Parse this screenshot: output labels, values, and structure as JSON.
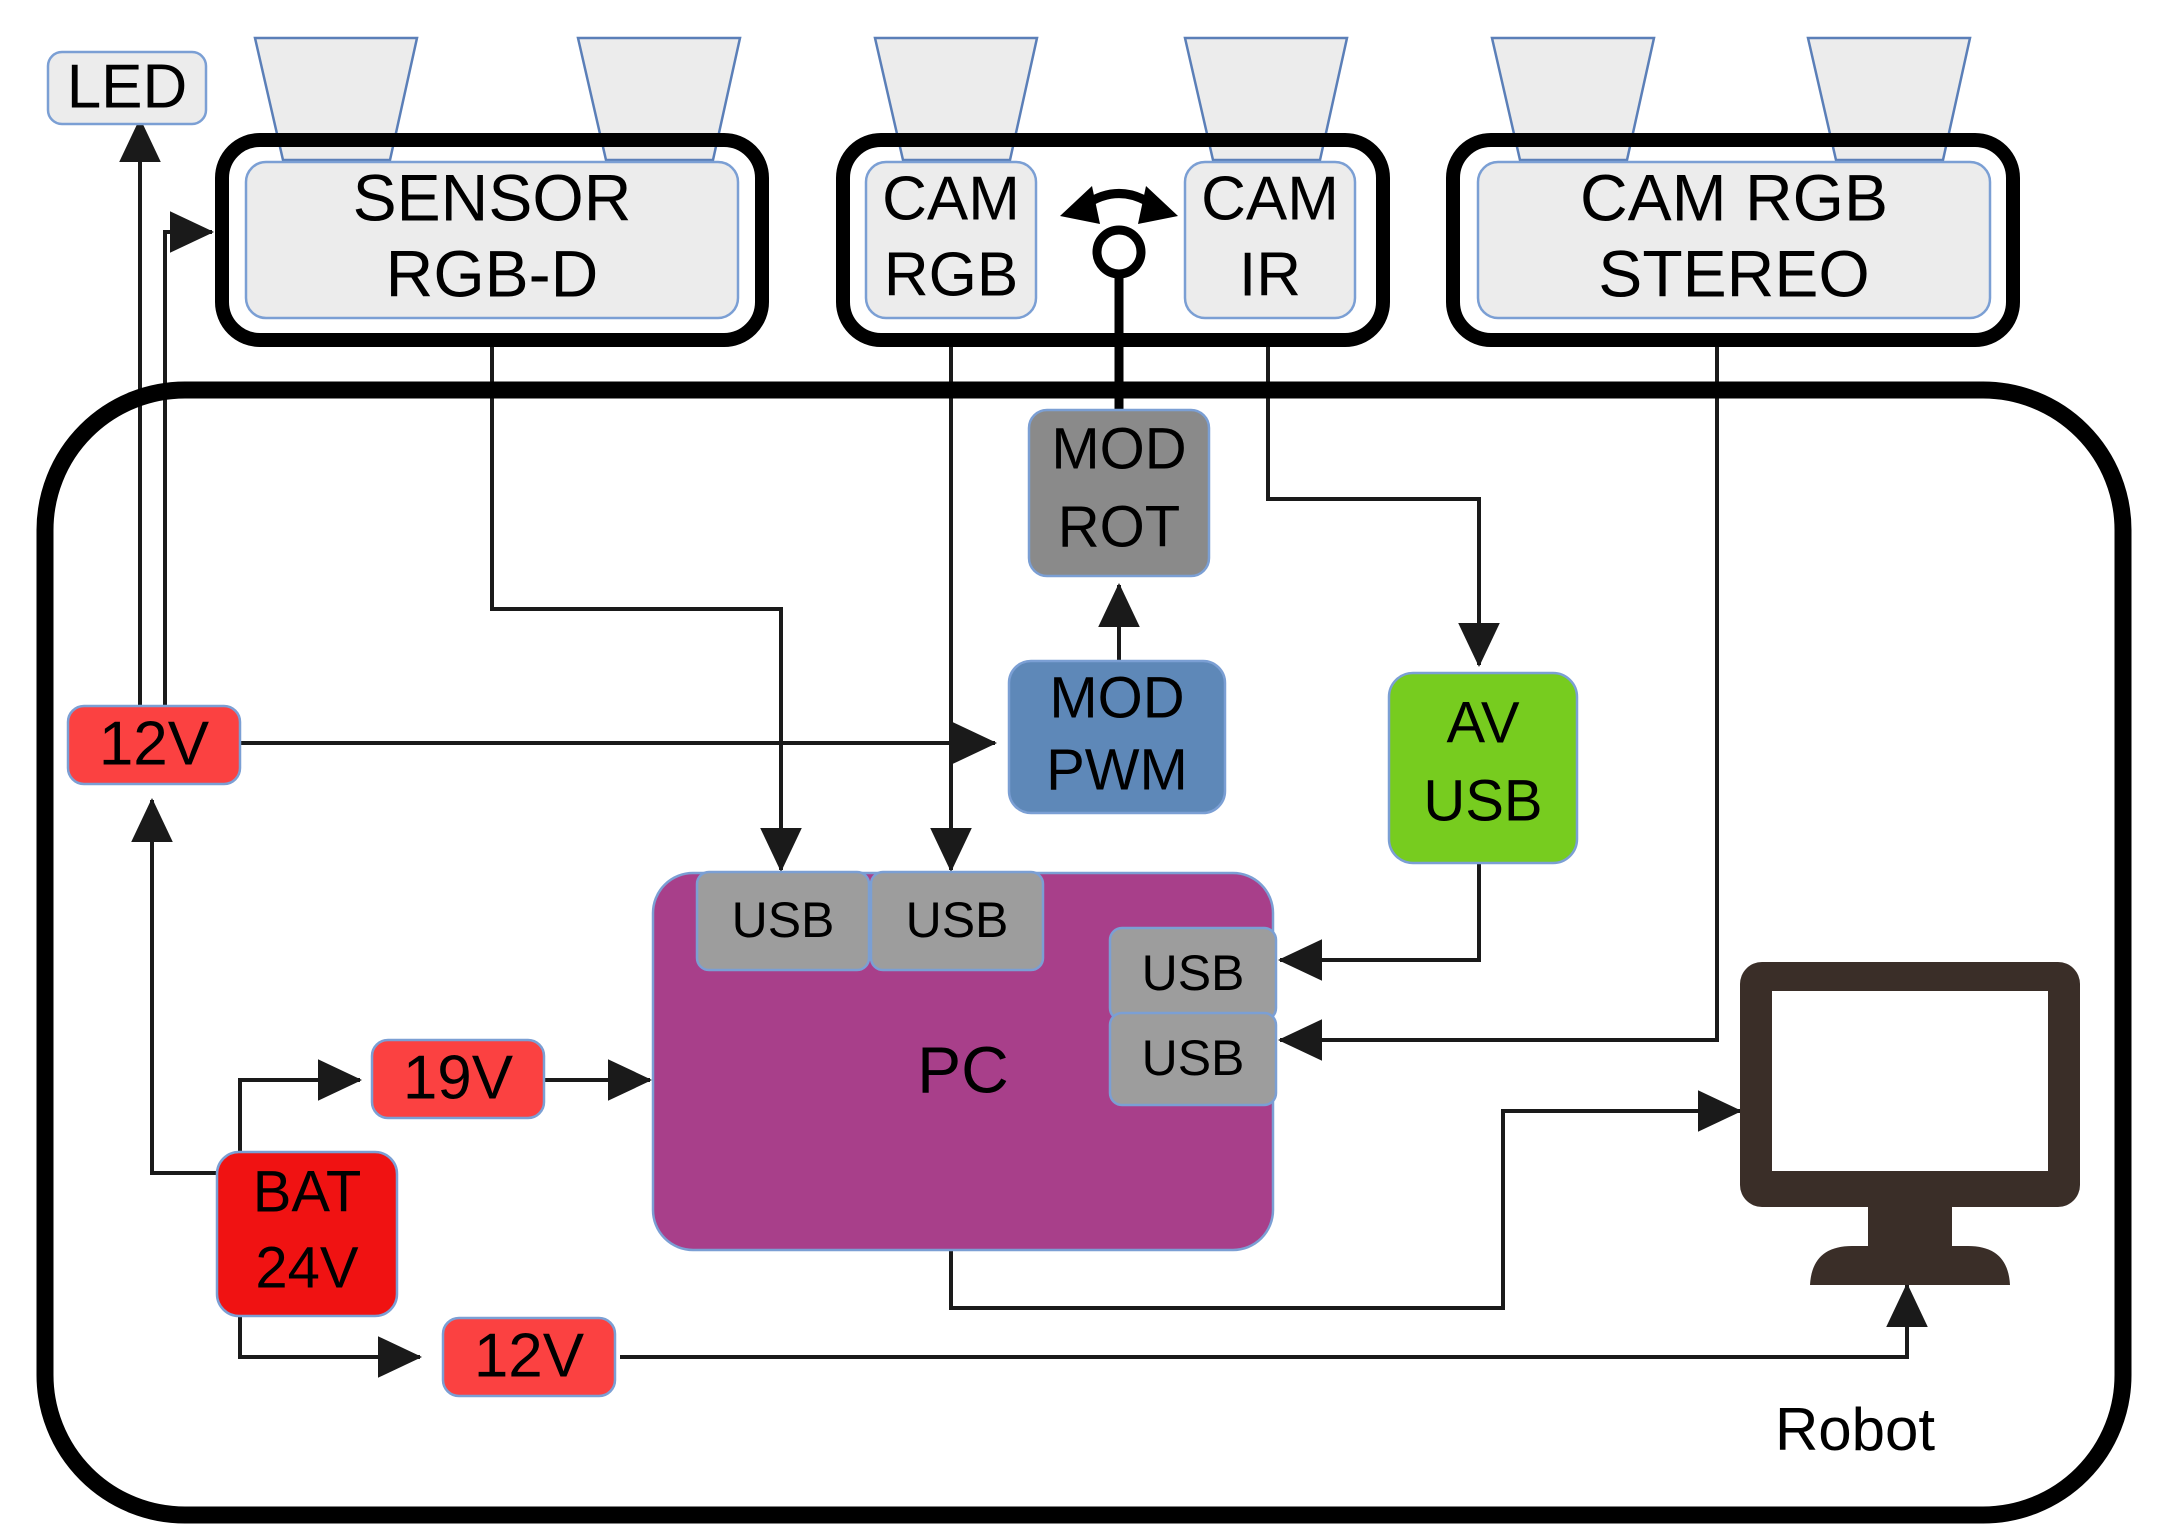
{
  "diagram": {
    "title": "Robot sensing and power architecture block diagram",
    "enclosure_label": "Robot",
    "colors": {
      "panel_gray": "#ececec",
      "panel_border_blue": "#7b9fd4",
      "usb_gray": "#9d9d9d",
      "mod_rot_gray": "#8a8a8a",
      "mod_pwm_blue": "#5e88b8",
      "pc_magenta": "#a83f8a",
      "av_usb_green": "#77cc1f",
      "rail_red": "#fb4141",
      "battery_red": "#f01212",
      "monitor_dark": "#3a2e28",
      "wire_black": "#1a1a1a",
      "hull_black": "#000000"
    }
  },
  "external": {
    "led": {
      "label": "LED"
    },
    "sensor_rgbd": {
      "line1": "SENSOR",
      "line2": "RGB-D",
      "lens_count": 2
    },
    "cam_rgb": {
      "line1": "CAM",
      "line2": "RGB",
      "lens_count": 1
    },
    "cam_ir": {
      "line1": "CAM",
      "line2": "IR",
      "lens_count": 1
    },
    "cam_rgb_stereo": {
      "line1": "CAM RGB",
      "line2": "STEREO",
      "lens_count": 2
    },
    "rotation_indicator": {
      "name": "pan-rotation-indicator"
    }
  },
  "internal": {
    "mod_rot": {
      "line1": "MOD",
      "line2": "ROT"
    },
    "mod_pwm": {
      "line1": "MOD",
      "line2": "PWM"
    },
    "av_usb": {
      "line1": "AV",
      "line2": "USB"
    },
    "pc": {
      "label": "PC",
      "ports_top": [
        {
          "label": "USB"
        },
        {
          "label": "USB"
        }
      ],
      "ports_right": [
        {
          "label": "USB"
        },
        {
          "label": "USB"
        }
      ]
    },
    "power": {
      "rail_12v_top": {
        "label": "12V"
      },
      "battery": {
        "line1": "BAT",
        "line2": "24V"
      },
      "rail_19v": {
        "label": "19V"
      },
      "rail_12v_bottom": {
        "label": "12V"
      }
    },
    "monitor": {
      "name": "display-monitor"
    }
  }
}
